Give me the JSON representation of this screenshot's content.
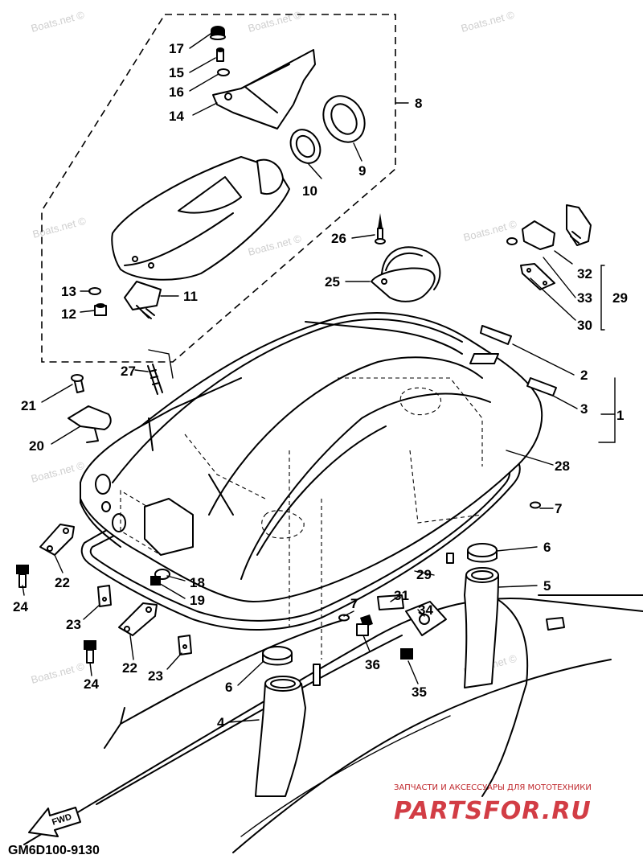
{
  "diagram": {
    "drawing_code": "GM6D100-9130",
    "direction_label": "FWD",
    "callouts": [
      "1",
      "2",
      "3",
      "4",
      "5",
      "6",
      "6",
      "7",
      "7",
      "8",
      "9",
      "10",
      "11",
      "12",
      "13",
      "14",
      "15",
      "16",
      "17",
      "18",
      "19",
      "20",
      "21",
      "22",
      "22",
      "23",
      "23",
      "24",
      "24",
      "25",
      "26",
      "27",
      "28",
      "29",
      "29",
      "30",
      "31",
      "32",
      "33",
      "34",
      "35",
      "36"
    ]
  },
  "watermarks": [
    "Boats.net ©",
    "Boats.net ©",
    "Boats.net ©",
    "Boats.net ©",
    "Boats.net ©",
    "Boats.net ©",
    "Boats.net ©",
    "Boats.net ©",
    "Boats.net ©",
    "Boats.net ©"
  ],
  "branding": {
    "tagline": "ЗАПЧАСТИ И АКСЕССУАРЫ ДЛЯ МОТОТЕХНИКИ",
    "logo_text": "PARTSFOR.RU",
    "logo_color": "#d23d45"
  }
}
